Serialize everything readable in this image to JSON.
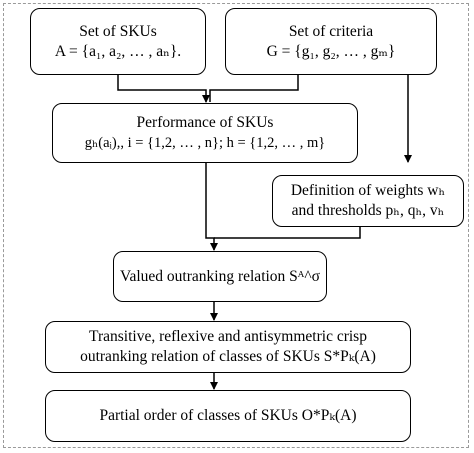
{
  "nodes": [
    {
      "id": "skus",
      "lines": [
        "Set of SKUs",
        "A = {a₁, a₂, … , aₙ}."
      ]
    },
    {
      "id": "criteria",
      "lines": [
        "Set of criteria",
        "G = {g₁, g₂, … , gₘ}"
      ]
    },
    {
      "id": "performance",
      "lines": [
        "Performance of SKUs",
        "gₕ(aᵢ),, i = {1,2, … , n};  h = {1,2, … , m}"
      ]
    },
    {
      "id": "weights",
      "lines": [
        "Definition of weights wₕ",
        "and thresholds pₕ, qₕ, vₕ"
      ]
    },
    {
      "id": "valued",
      "lines": [
        "Valued outranking relation Sᴬ^σ"
      ]
    },
    {
      "id": "transitive",
      "lines": [
        "Transitive, reflexive and antisymmetric crisp",
        "outranking relation of classes of SKUs S*Pₖ(A)"
      ]
    },
    {
      "id": "partial",
      "lines": [
        "Partial order of classes of SKUs O*Pₖ(A)"
      ]
    }
  ]
}
